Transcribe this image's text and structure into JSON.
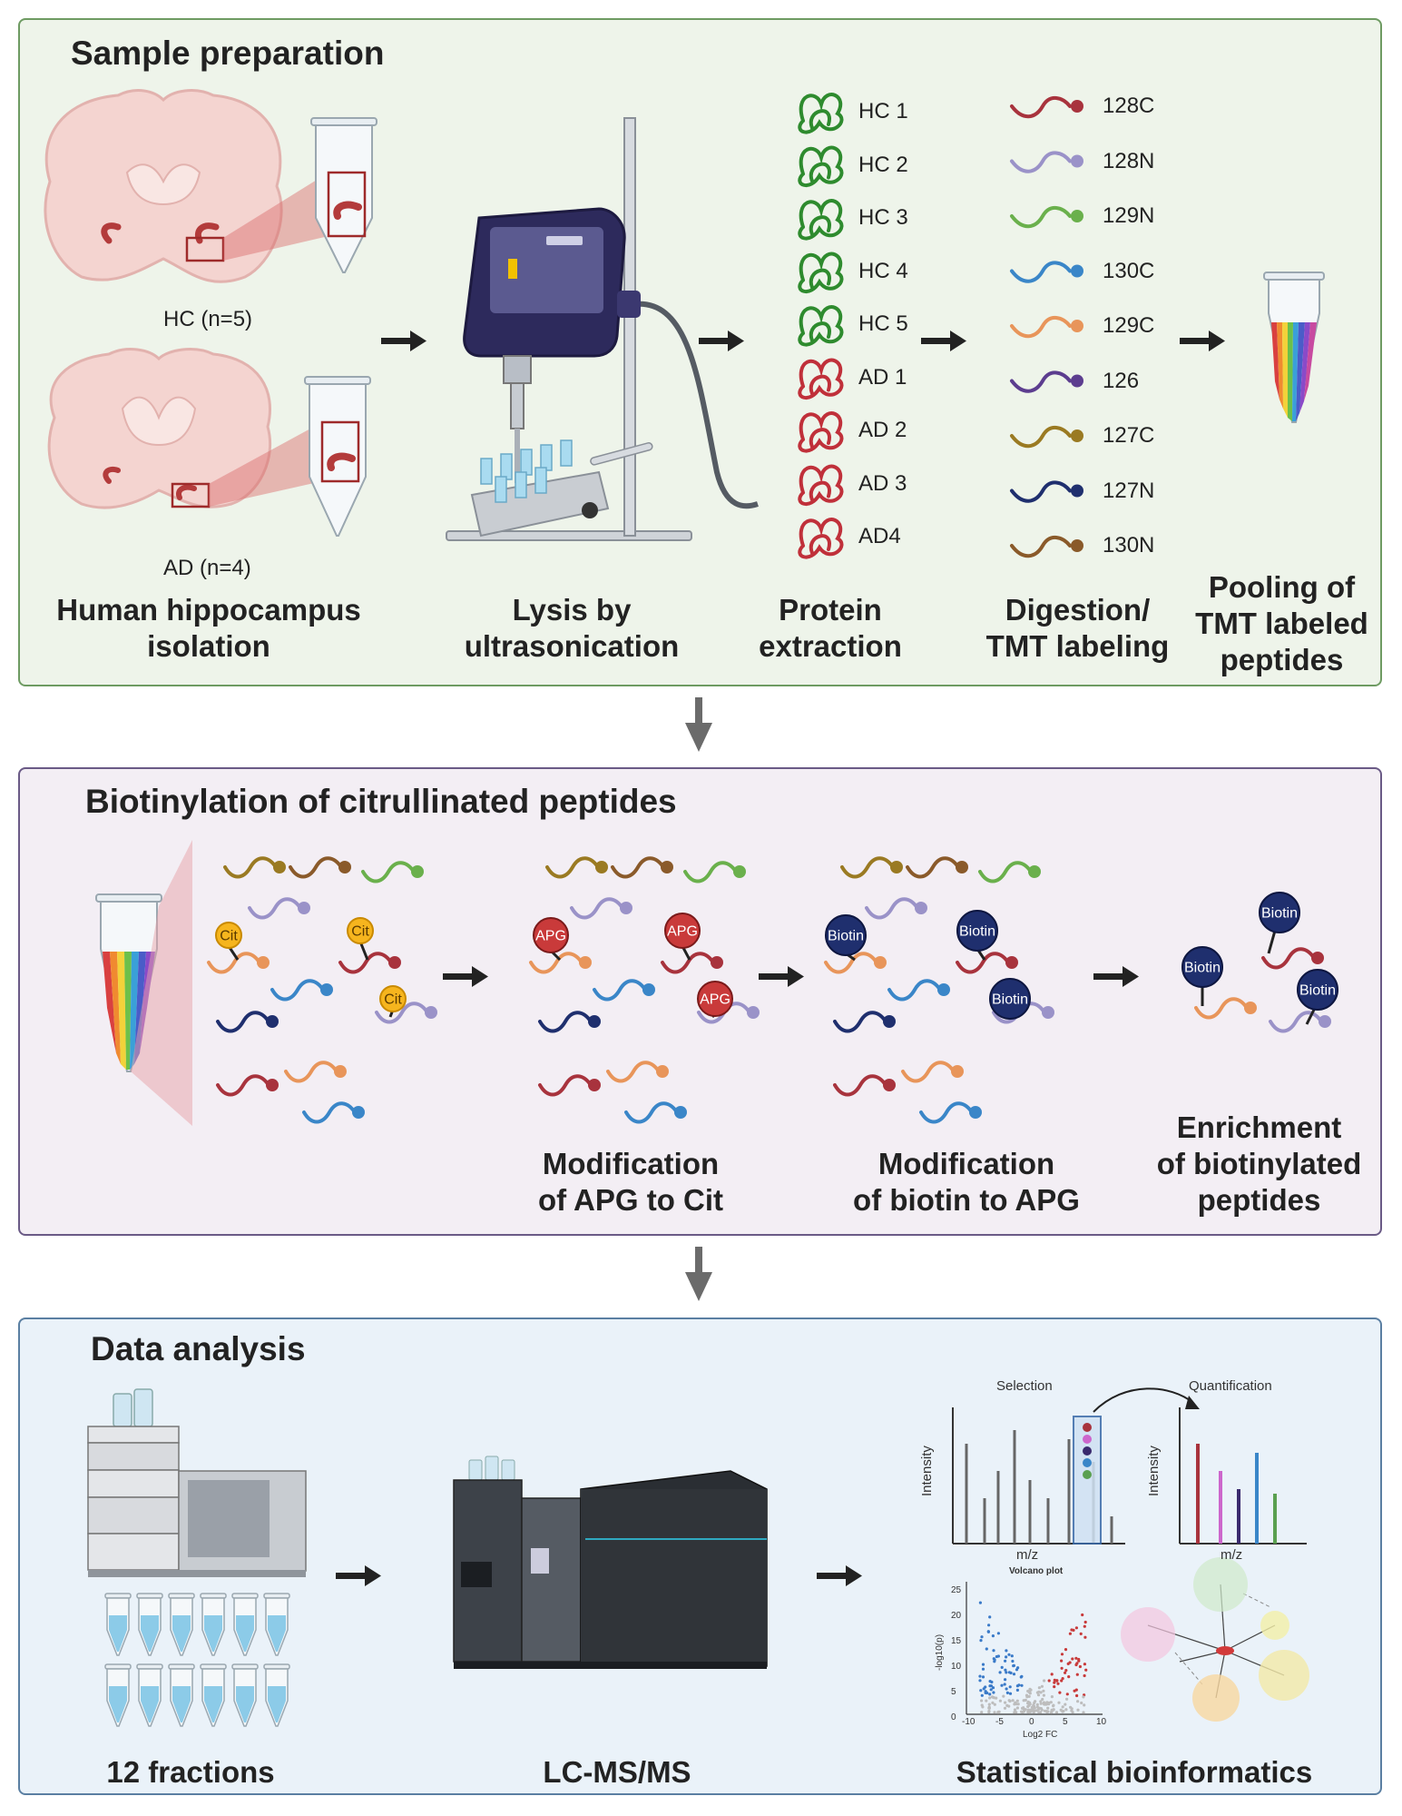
{
  "panel1": {
    "title": "Sample preparation",
    "hc_label": "HC (n=5)",
    "ad_label": "AD (n=4)",
    "step1": [
      "Human hippocampus",
      "isolation"
    ],
    "step2": [
      "Lysis by",
      "ultrasonication"
    ],
    "step3": [
      "Protein",
      "extraction"
    ],
    "step4": [
      "Digestion/",
      "TMT labeling"
    ],
    "step5": [
      "Pooling of",
      "TMT labeled",
      "peptides"
    ],
    "proteins": [
      {
        "label": "HC 1",
        "color": "#2e8b2e"
      },
      {
        "label": "HC 2",
        "color": "#2e8b2e"
      },
      {
        "label": "HC 3",
        "color": "#2e8b2e"
      },
      {
        "label": "HC 4",
        "color": "#2e8b2e"
      },
      {
        "label": "HC 5",
        "color": "#2e8b2e"
      },
      {
        "label": "AD 1",
        "color": "#c0303a"
      },
      {
        "label": "AD 2",
        "color": "#c0303a"
      },
      {
        "label": "AD 3",
        "color": "#c0303a"
      },
      {
        "label": "AD4",
        "color": "#c0303a"
      }
    ],
    "tmt": [
      {
        "label": "128C",
        "color": "#a8333d"
      },
      {
        "label": "128N",
        "color": "#9a92c8"
      },
      {
        "label": "129N",
        "color": "#6ab04c"
      },
      {
        "label": "130C",
        "color": "#3a86c8"
      },
      {
        "label": "129C",
        "color": "#e8955a"
      },
      {
        "label": "126",
        "color": "#5c3d8f"
      },
      {
        "label": "127C",
        "color": "#9a7a22"
      },
      {
        "label": "127N",
        "color": "#1f2f6e"
      },
      {
        "label": "130N",
        "color": "#8a5a2a"
      }
    ]
  },
  "panel2": {
    "title": "Biotinylation of citrullinated peptides",
    "cit_label": "Cit",
    "apg_label": "APG",
    "biotin_label": "Biotin",
    "step1": [
      "Modification",
      "of APG to Cit"
    ],
    "step2": [
      "Modification",
      "of biotin to APG"
    ],
    "step3": [
      "Enrichment",
      "of biotinylated",
      "peptides"
    ]
  },
  "panel3": {
    "title": "Data analysis",
    "step1": "12 fractions",
    "step2": "LC-MS/MS",
    "step3": "Statistical bioinformatics",
    "selection_label": "Selection",
    "quant_label": "Quantification",
    "intensity_label": "Intensity",
    "mz_label": "m/z",
    "volcano_title": "Volcano plot",
    "volcano_xlabel": "Log2 FC",
    "volcano_ylabel": "-log10(p)",
    "volcano_yticks": [
      "25",
      "20",
      "15",
      "10",
      "5",
      "0"
    ],
    "volcano_xticks": [
      "-10",
      "-5",
      "0",
      "5",
      "10"
    ]
  }
}
